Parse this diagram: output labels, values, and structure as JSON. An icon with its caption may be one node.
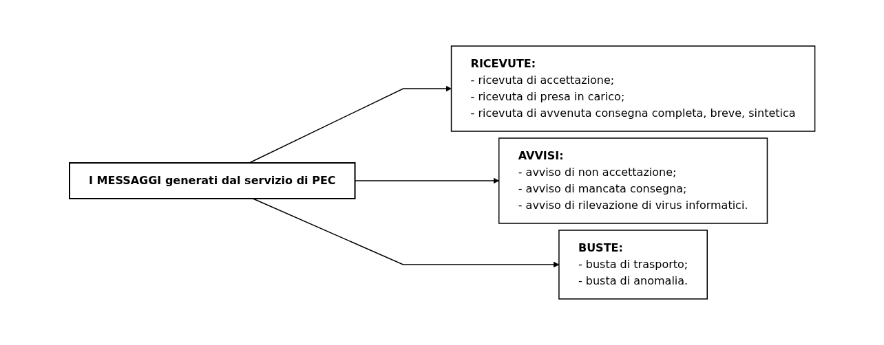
{
  "diagram": {
    "nodes": [
      {
        "text": [
          "I MESSAGGI generati dal servizio di PEC"
        ]
      },
      {
        "text": [
          "RICEVUTE:",
          "- ricevuta di accettazione;",
          "- ricevuta di presa in carico;",
          "- ricevuta di avvenuta consegna completa, breve, sintetica"
        ]
      },
      {
        "text": [
          "AVVISI:",
          "- avviso di non accettazione;",
          "- avviso di mancata consegna;",
          "- avviso di rilevazione di virus informatici."
        ]
      },
      {
        "text": [
          "BUSTE:",
          "- busta di trasporto;",
          "- busta di anomalia."
        ]
      }
    ],
    "edges": [
      {
        "from": 0,
        "to": 1,
        "arrow": "to"
      },
      {
        "from": 0,
        "to": 2,
        "arrow": "to"
      },
      {
        "from": 0,
        "to": 3,
        "arrow": "to"
      }
    ]
  }
}
